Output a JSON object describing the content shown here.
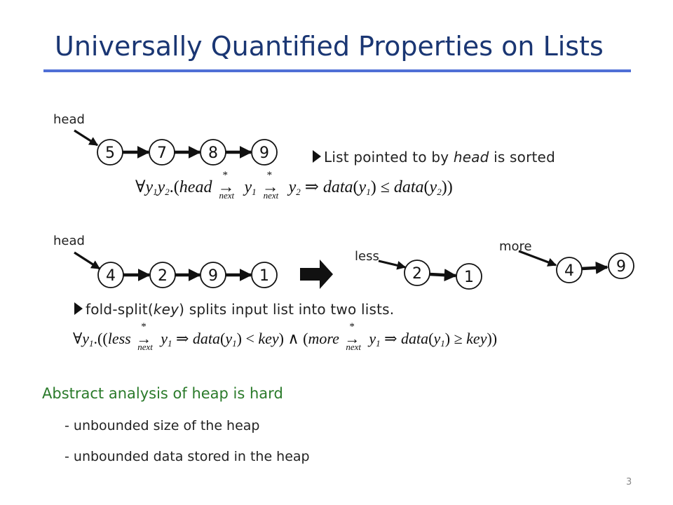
{
  "slide": {
    "title": "Universally Quantified Properties on Lists",
    "page_number": "3"
  },
  "example1": {
    "head_label": "head",
    "nodes": [
      "5",
      "7",
      "8",
      "9"
    ],
    "bullet": {
      "before": "List pointed to by ",
      "italic": "head",
      "after": " is sorted"
    },
    "formula": {
      "forall": "∀",
      "y1": "y",
      "i1": "1",
      "y2": "y",
      "i2": "2",
      "dot": ".",
      "open": "(",
      "head": "head",
      "star": "*",
      "next": "next",
      "implies": "⇒",
      "data": "data",
      "le": "≤",
      "close": "))"
    }
  },
  "example2": {
    "head_label": "head",
    "nodes": [
      "4",
      "2",
      "9",
      "1"
    ],
    "less_label": "less",
    "less_nodes": [
      "2",
      "1"
    ],
    "more_label": "more",
    "more_nodes": [
      "4",
      "9"
    ],
    "bullet": {
      "fn": "fold-split(",
      "italic": "key",
      "after": ")  splits input list into two lists."
    },
    "formula": {
      "forall": "∀",
      "y1": "y",
      "i1": "1",
      "dot": ".",
      "open_outer": "((",
      "less": "less",
      "star": "*",
      "next": "next",
      "implies": "⇒",
      "data": "data",
      "lt": "<",
      "key": "key",
      "close_mid": ")",
      "and": "∧",
      "open_mid": "(",
      "more": "more",
      "ge": "≥",
      "close_outer": "))"
    }
  },
  "heap": {
    "title": "Abstract analysis of heap is hard",
    "items": [
      "- unbounded size of the heap",
      "- unbounded data stored in the heap"
    ]
  },
  "colors": {
    "title": "#1a3673",
    "rule": "#4f6fd6",
    "heading_green": "#2a7a2a",
    "text": "#222222"
  }
}
